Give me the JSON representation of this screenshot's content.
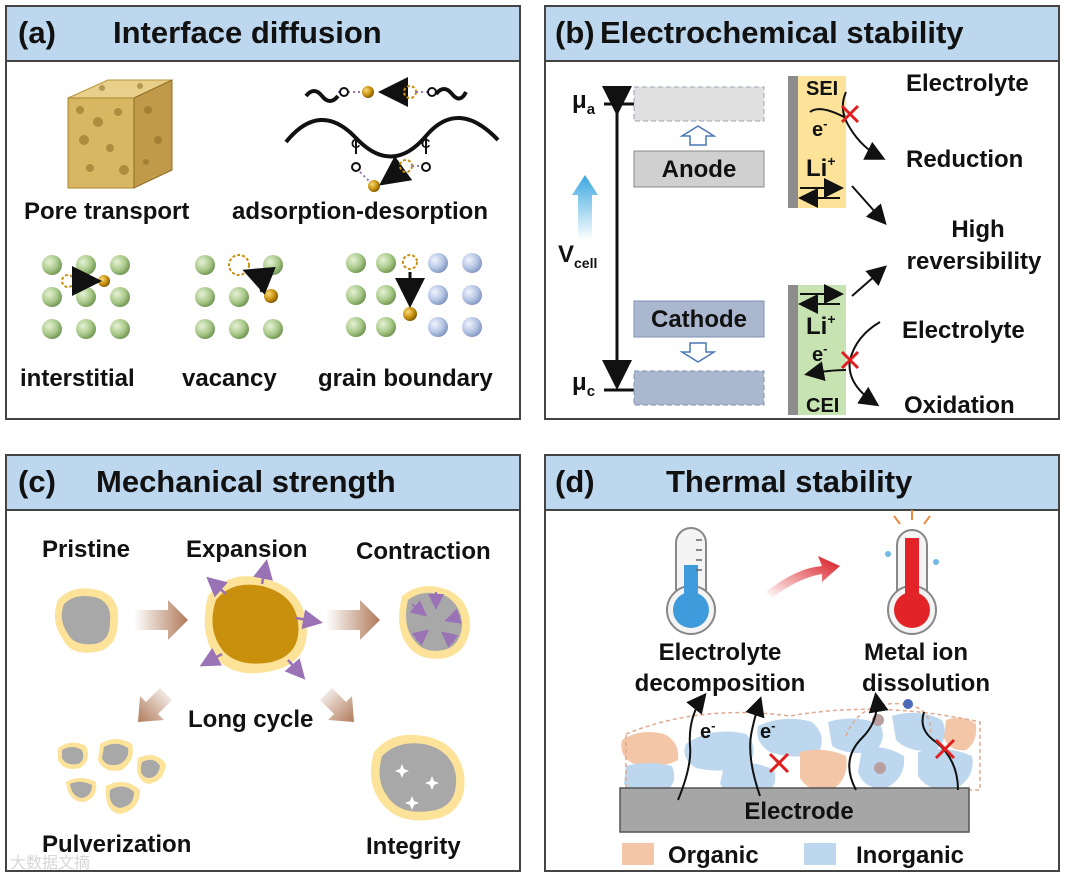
{
  "panels": {
    "a": {
      "letter": "(a)",
      "title": "Interface diffusion",
      "labels": {
        "pore": "Pore transport",
        "adsorption": "adsorption-desorption",
        "interstitial": "interstitial",
        "vacancy": "vacancy",
        "grain": "grain boundary"
      },
      "carbonyl": "C"
    },
    "b": {
      "letter": "(b)",
      "title": "Electrochemical stability",
      "mu_a": "μ",
      "mu_a_sub": "a",
      "mu_c": "μ",
      "mu_c_sub": "c",
      "vcell": "V",
      "vcell_sub": "cell",
      "anode": "Anode",
      "cathode": "Cathode",
      "sei": "SEI",
      "cei": "CEI",
      "electron": "e",
      "electron_sup": "-",
      "li": "Li",
      "li_sup": "+",
      "electrolyte_top": "Electrolyte",
      "reduction": "Reduction",
      "high": "High",
      "reversibility": "reversibility",
      "electrolyte_bottom": "Electrolyte",
      "oxidation": "Oxidation"
    },
    "c": {
      "letter": "(c)",
      "title": "Mechanical strength",
      "pristine": "Pristine",
      "expansion": "Expansion",
      "contraction": "Contraction",
      "long_cycle": "Long cycle",
      "pulverization": "Pulverization",
      "integrity": "Integrity"
    },
    "d": {
      "letter": "(d)",
      "title": "Thermal stability",
      "electrolyte": "Electrolyte",
      "decomposition": "decomposition",
      "metal_ion": "Metal ion",
      "dissolution": "dissolution",
      "electrode": "Electrode",
      "electron": "e",
      "electron_sup": "-",
      "organic": "Organic",
      "inorganic": "Inorganic"
    }
  },
  "colors": {
    "header_bg": "#bdd7ee",
    "border": "#444444",
    "particle_green": "#a9c98a",
    "particle_gold": "#c8900c",
    "particle_blue": "#b4c4e4",
    "sei_yellow": "#fde39a",
    "cei_green": "#c7e3b2",
    "organic": "#f4c6a8",
    "inorganic": "#bcd7ee",
    "cross_red": "#e02020",
    "electrode_gray": "#a6a6a6"
  },
  "watermark": "大数据文摘"
}
